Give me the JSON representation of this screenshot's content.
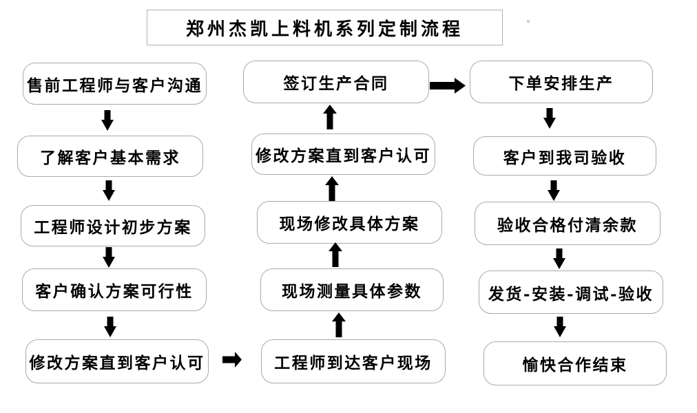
{
  "title": "郑州杰凯上料机系列定制流程",
  "nodes": {
    "left": [
      "售前工程师与客户沟通",
      "了解客户基本需求",
      "工程师设计初步方案",
      "客户确认方案可行性",
      "修改方案直到客户认可"
    ],
    "middle": [
      "签订生产合同",
      "修改方案直到客户认可",
      "现场修改具体方案",
      "现场测量具体参数",
      "工程师到达客户现场"
    ],
    "right": [
      "下单安排生产",
      "客户到我司验收",
      "验收合格付清余款",
      "发货-安装-调试-验收",
      "愉快合作结束"
    ]
  },
  "icons": {
    "down_arrow": "hollow-block-arrow-down",
    "up_arrow": "hollow-block-arrow-up",
    "right_arrow": "hollow-block-arrow-right"
  },
  "colors": {
    "background": "#ffffff",
    "box_border": "#a9a9a9",
    "title_border": "#b0b0b0",
    "arrow_outline": "#000000",
    "text": "#000000"
  }
}
